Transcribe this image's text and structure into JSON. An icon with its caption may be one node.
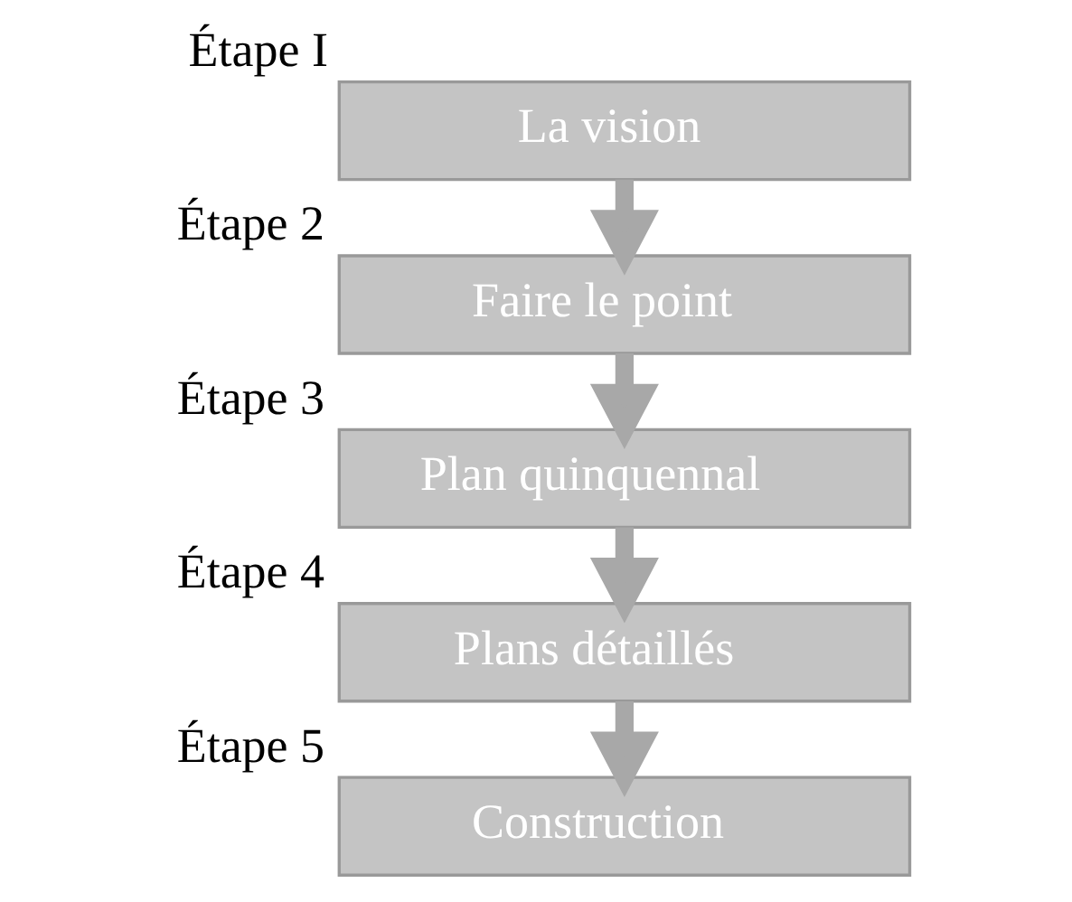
{
  "diagram": {
    "nodes": [
      {
        "text": [
          "La vision"
        ],
        "beside": [
          "Étape I"
        ]
      },
      {
        "text": [
          "Faire le point"
        ],
        "beside": [
          "Étape 2"
        ]
      },
      {
        "text": [
          "Plan quinquennal"
        ],
        "beside": [
          "Étape 3"
        ]
      },
      {
        "text": [
          "Plans détaillés"
        ],
        "beside": [
          "Étape 4"
        ]
      },
      {
        "text": [
          "Construction"
        ],
        "beside": [
          "Étape 5"
        ]
      }
    ],
    "edges": [
      {
        "from": 0,
        "to": 1,
        "arrow": "to"
      },
      {
        "from": 1,
        "to": 2,
        "arrow": "to"
      },
      {
        "from": 2,
        "to": 3,
        "arrow": "to"
      },
      {
        "from": 3,
        "to": 4,
        "arrow": "to"
      }
    ]
  }
}
